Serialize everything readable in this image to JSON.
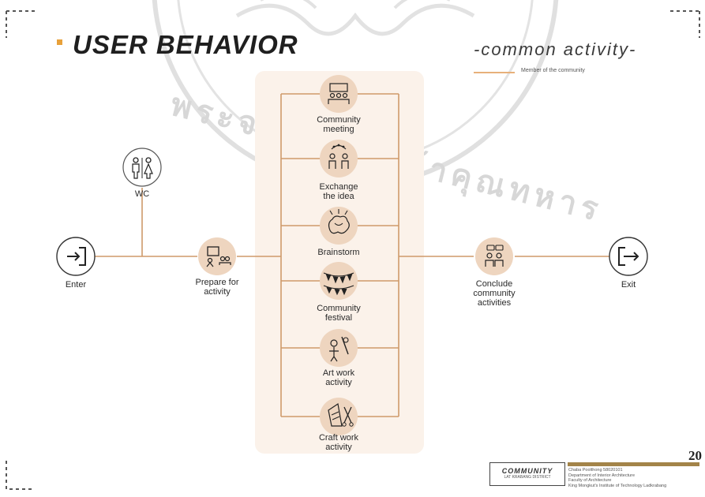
{
  "header": {
    "title": "USER BEHAVIOR",
    "subtitle": "-common activity-",
    "legend_label": "Member of the community"
  },
  "flow": {
    "enter": "Enter",
    "wc": "WC",
    "prepare_line1": "Prepare for",
    "prepare_line2": "activity",
    "activities": [
      {
        "line1": "Community",
        "line2": "meeting",
        "icon": "meeting-icon"
      },
      {
        "line1": "Exchange",
        "line2": "the idea",
        "icon": "exchange-idea-icon"
      },
      {
        "line1": "Brainstorm",
        "line2": "",
        "icon": "brainstorm-icon"
      },
      {
        "line1": "Community",
        "line2": "festival",
        "icon": "festival-flags-icon"
      },
      {
        "line1": "Art work",
        "line2": "activity",
        "icon": "art-work-icon"
      },
      {
        "line1": "Craft work",
        "line2": "activity",
        "icon": "craft-work-icon"
      }
    ],
    "conclude_line1": "Conclude",
    "conclude_line2": "community",
    "conclude_line3": "activities",
    "exit": "Exit"
  },
  "footer": {
    "page_number": "20",
    "logo_line1": "COMMUNITY",
    "logo_line2": "LAT KRABANG DISTRICT",
    "credit_line1": "Chaba Poolthong 58020101",
    "credit_line2": "Department of Interior Architecture",
    "credit_line3": "Faculty of Architecture",
    "credit_line4": "King Mongkut's Institute of Technology Ladkrabang"
  },
  "watermark": {
    "thai_text": "พระจอมเกล้าเจ้าคุณทหาร"
  },
  "colors": {
    "line": "#cf9a6a",
    "activity_panel": "#fbf2ea",
    "icon_fill": "#eed5bf",
    "accent_mark": "#e8a13a"
  }
}
